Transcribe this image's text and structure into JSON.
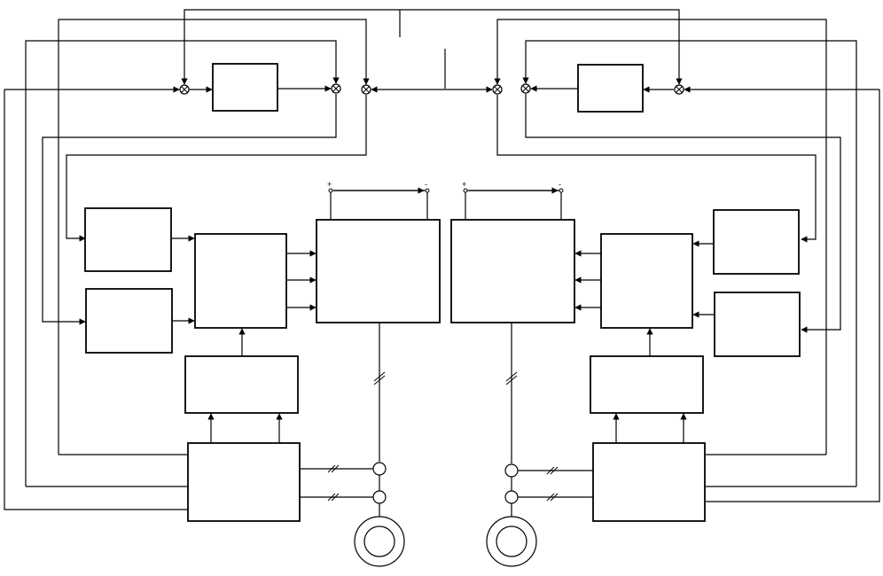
{
  "diagram": {
    "type": "block-diagram",
    "supply_left": {
      "plus": "+",
      "minus": "-"
    },
    "supply_right": {
      "plus": "+",
      "minus": "-"
    },
    "blocks": [
      {
        "id": "ctrl-left",
        "label": ""
      },
      {
        "id": "ctrl-right",
        "label": ""
      },
      {
        "id": "left-upper",
        "label": ""
      },
      {
        "id": "left-lower",
        "label": ""
      },
      {
        "id": "left-driver",
        "label": ""
      },
      {
        "id": "left-power",
        "label": ""
      },
      {
        "id": "left-mid",
        "label": ""
      },
      {
        "id": "left-sensor",
        "label": ""
      },
      {
        "id": "right-power",
        "label": ""
      },
      {
        "id": "right-driver",
        "label": ""
      },
      {
        "id": "right-upper",
        "label": ""
      },
      {
        "id": "right-lower",
        "label": ""
      },
      {
        "id": "right-mid",
        "label": ""
      },
      {
        "id": "right-sensor",
        "label": ""
      }
    ],
    "summing_junctions": 6,
    "motors": 2,
    "current_sensors": 4
  }
}
